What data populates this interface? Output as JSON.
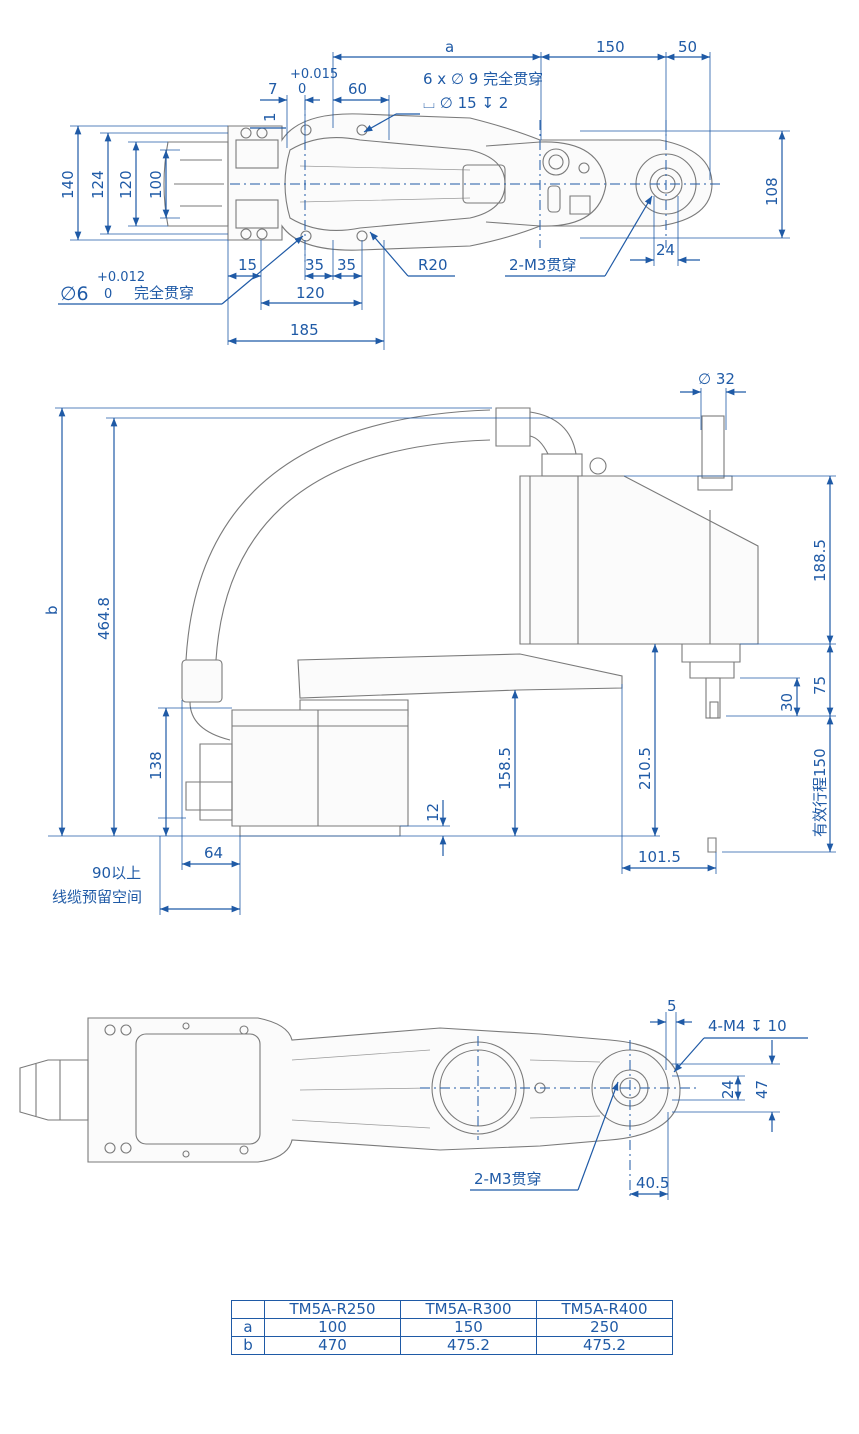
{
  "top_view": {
    "dims": {
      "a": "a",
      "d150": "150",
      "d50": "50",
      "tol_015": "+0.015",
      "tol_zero": "0",
      "d7": "7",
      "d60": "60",
      "d1": "1",
      "d140": "140",
      "d124": "124",
      "d120v": "120",
      "d100": "100",
      "d108": "108",
      "d24": "24",
      "d15": "15",
      "d35a": "35",
      "d35b": "35",
      "d120h": "120",
      "d185": "185",
      "r20": "R20",
      "holes": "6 x ∅ 9 完全贯穿",
      "cbore": "⌴ ∅ 15 ↧ 2",
      "m3": "2-M3贯穿",
      "dia6": "∅6",
      "tol_012": "+0.012",
      "tol_zero2": "0",
      "thru": "完全贯穿"
    }
  },
  "side_view": {
    "dims": {
      "d32": "∅ 32",
      "b": "b",
      "d464": "464.8",
      "d188": "188.5",
      "d75": "75",
      "d30": "30",
      "stroke": "有效行程150",
      "d138": "138",
      "d158": "158.5",
      "d210": "210.5",
      "d12": "12",
      "d64": "64",
      "d101": "101.5",
      "cable1": "90以上",
      "cable2": "线缆预留空间"
    }
  },
  "bottom_view": {
    "dims": {
      "d5": "5",
      "m4": "4-M4 ↧ 10",
      "d24": "24",
      "d47": "47",
      "m3": "2-M3贯穿",
      "d40": "40.5"
    }
  },
  "spec_table": {
    "headers": [
      "",
      "TM5A-R250",
      "TM5A-R300",
      "TM5A-R400"
    ],
    "rows": [
      [
        "a",
        "100",
        "150",
        "250"
      ],
      [
        "b",
        "470",
        "475.2",
        "475.2"
      ]
    ]
  },
  "colors": {
    "dimension": "#1f5aa6",
    "outline": "#7a7a7a"
  }
}
